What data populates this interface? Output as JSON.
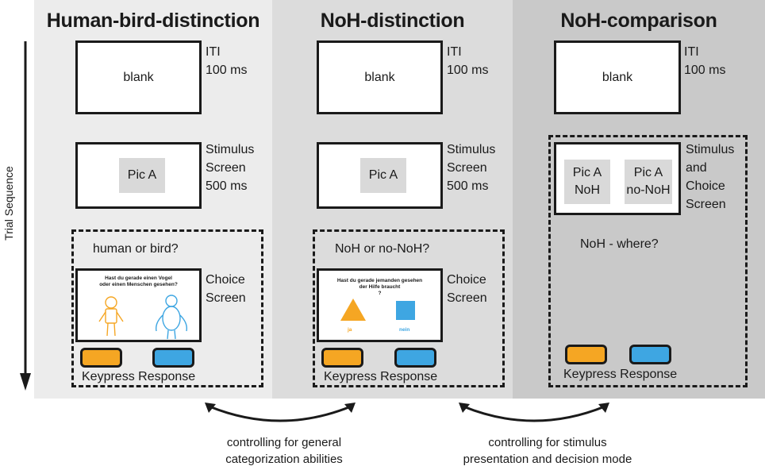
{
  "axis_label": "Trial Sequence",
  "colors": {
    "orange": "#f5a623",
    "blue": "#3ea6e2",
    "panel1_bg": "#ececec",
    "panel2_bg": "#dcdcdc",
    "panel3_bg": "#c9c9c9"
  },
  "panels": [
    {
      "title": "Human-bird-distinction",
      "iti_screen": "blank",
      "iti_label": [
        "ITI",
        "100 ms"
      ],
      "stim_screen": "Pic A",
      "stim_label": [
        "Stimulus",
        "Screen",
        "500 ms"
      ],
      "question": "human or bird?",
      "choice_label": [
        "Choice",
        "Screen"
      ],
      "choice_text_line1": "Hast du gerade einen Vogel",
      "choice_text_line2": "oder einen Menschen gesehen?",
      "response_label": "Keypress Response"
    },
    {
      "title": "NoH-distinction",
      "iti_screen": "blank",
      "iti_label": [
        "ITI",
        "100 ms"
      ],
      "stim_screen": "Pic A",
      "stim_label": [
        "Stimulus",
        "Screen",
        "500 ms"
      ],
      "question": "NoH or no-NoH?",
      "choice_label": [
        "Choice",
        "Screen"
      ],
      "choice_text_line1": "Hast du gerade jemanden gesehen",
      "choice_text_line2": "der Hilfe braucht",
      "choice_text_line3": "?",
      "choice_opt_yes": "ja",
      "choice_opt_no": "nein",
      "response_label": "Keypress Response"
    },
    {
      "title": "NoH-comparison",
      "iti_screen": "blank",
      "iti_label": [
        "ITI",
        "100 ms"
      ],
      "pic_left": [
        "Pic A",
        "NoH"
      ],
      "pic_right": [
        "Pic A",
        "no-NoH"
      ],
      "stim_label": [
        "Stimulus",
        "and",
        "Choice",
        "Screen"
      ],
      "question": "NoH - where?",
      "response_label": "Keypress Response"
    }
  ],
  "notes": [
    [
      "controlling for general",
      "categorization abilities"
    ],
    [
      "controlling for stimulus",
      "presentation and decision mode"
    ]
  ]
}
